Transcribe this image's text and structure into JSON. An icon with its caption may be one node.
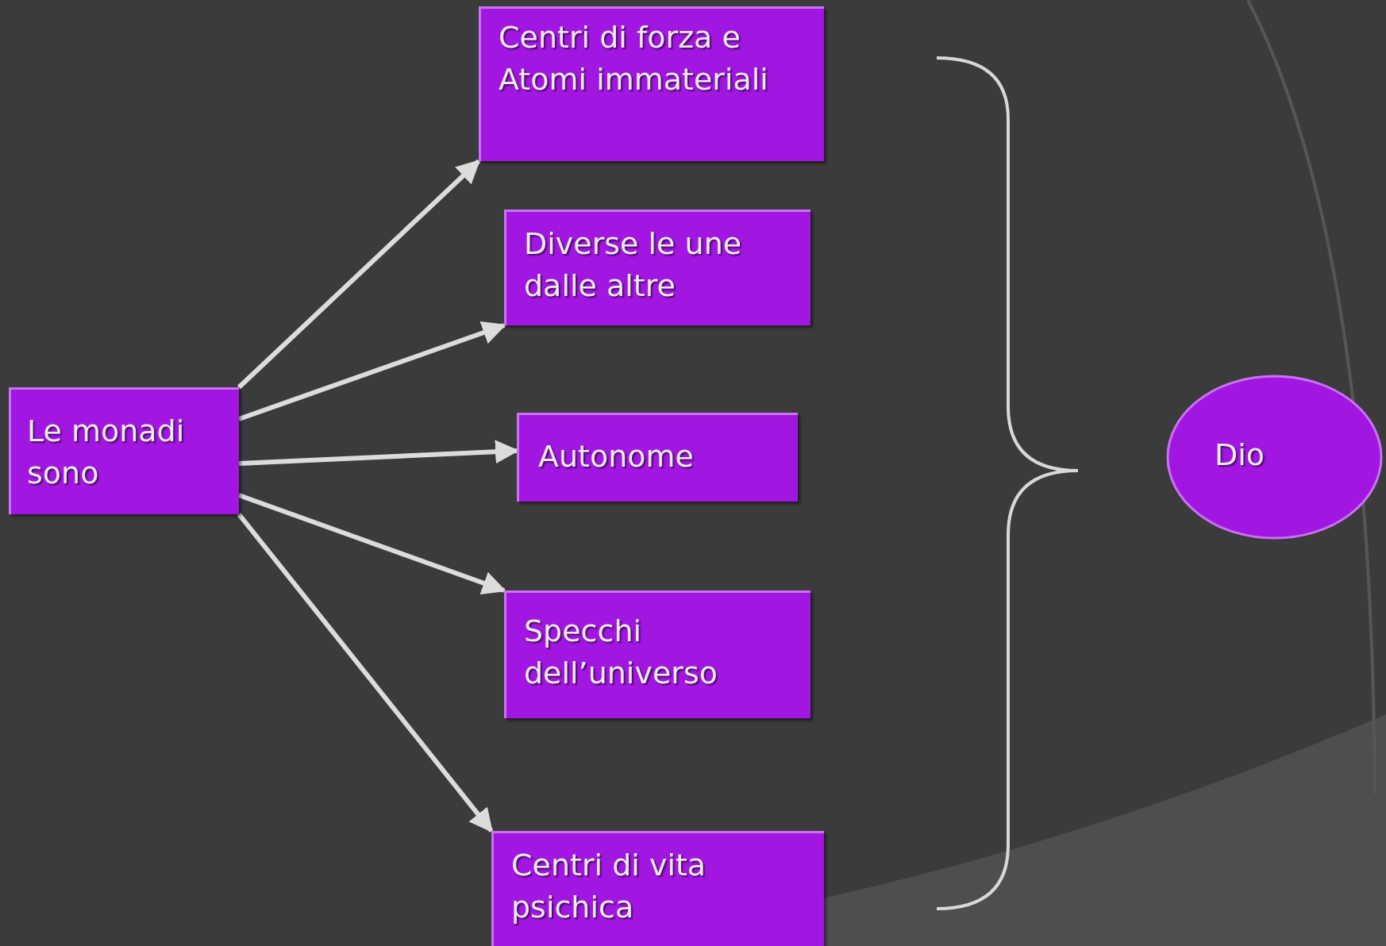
{
  "diagram": {
    "nodes": [
      {
        "text": [
          "Le monadi sono"
        ]
      },
      {
        "text": [
          "Centri di forza e Atomi immateriali"
        ]
      },
      {
        "text": [
          "Diverse le une dalle altre"
        ]
      },
      {
        "text": [
          "Autonome"
        ]
      },
      {
        "text": [
          "Specchi dell’universo"
        ]
      },
      {
        "text": [
          "Centri di vita psichica"
        ]
      },
      {
        "text": [
          "Dio"
        ]
      }
    ],
    "edges": [
      {
        "from": 0,
        "to": 1,
        "arrow": "to"
      },
      {
        "from": 0,
        "to": 2,
        "arrow": "to"
      },
      {
        "from": 0,
        "to": 3,
        "arrow": "to"
      },
      {
        "from": 0,
        "to": 4,
        "arrow": "to"
      },
      {
        "from": 0,
        "to": 5,
        "arrow": "to"
      }
    ]
  }
}
